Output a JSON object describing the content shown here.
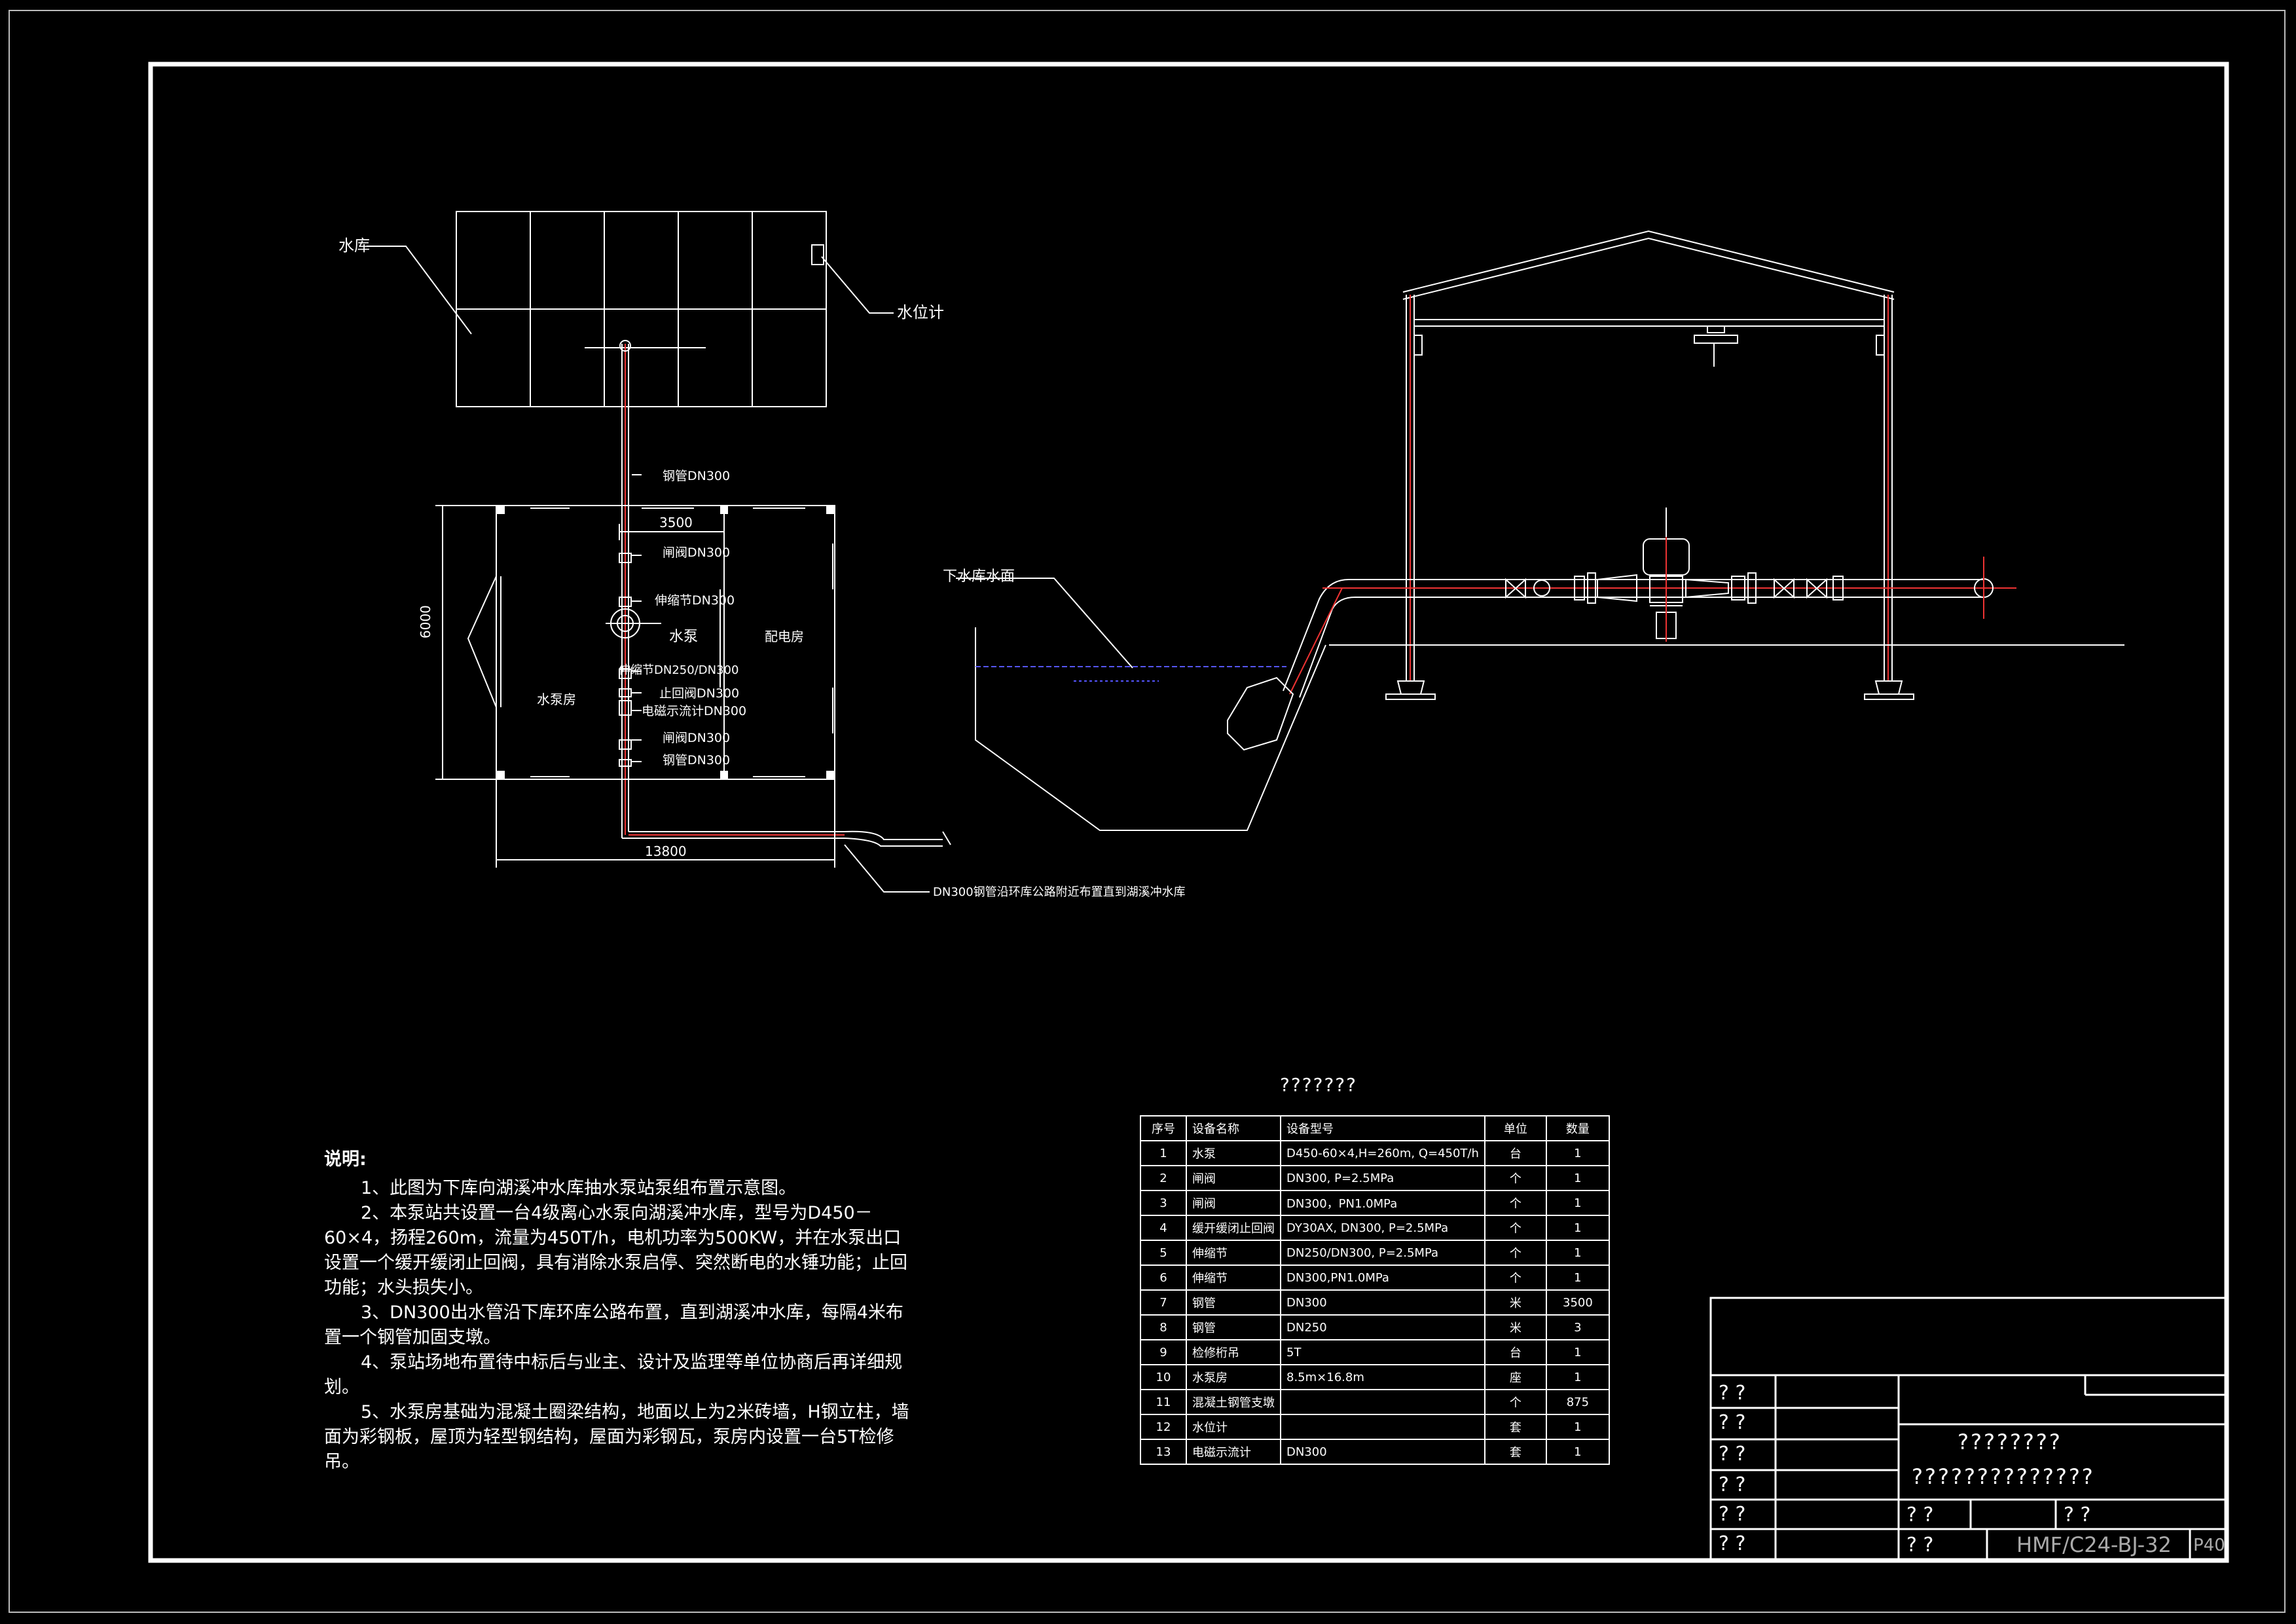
{
  "drawing": {
    "labels": {
      "reservoir": "水库",
      "level_meter": "水位计",
      "steel_pipe_top": "钢管DN300",
      "dim_3500": "3500",
      "gate_valve_1": "闸阀DN300",
      "expansion_joint_1": "伸缩节DN300",
      "pump": "水泵",
      "distribution_room": "配电房",
      "dim_6000": "6000",
      "expansion_joint_2": "伸缩节DN250/DN300",
      "check_valve": "止回阀DN300",
      "flowmeter": "电磁示流计DN300",
      "pump_room": "水泵房",
      "gate_valve_2": "闸阀DN300",
      "steel_pipe_bottom": "钢管DN300",
      "dim_13800": "13800",
      "pipe_route_note": "DN300钢管沿环库公路附近布置直到湖溪冲水库",
      "lower_water_surface": "下水库水面"
    }
  },
  "notes": {
    "heading": "说明:",
    "items": [
      "1、此图为下库向湖溪冲水库抽水泵站泵组布置示意图。",
      "2、本泵站共设置一台4级离心水泵向湖溪冲水库，型号为D450－60×4，扬程260m，流量为450T/h，电机功率为500KW，并在水泵出口设置一个缓开缓闭止回阀，具有消除水泵启停、突然断电的水锤功能；止回功能；水头损失小。",
      "3、DN300出水管沿下库环库公路布置，直到湖溪冲水库，每隔4米布置一个钢管加固支墩。",
      "4、泵站场地布置待中标后与业主、设计及监理等单位协商后再详细规划。",
      "5、水泵房基础为混凝土圈梁结构，地面以上为2米砖墙，H钢立柱，墙面为彩钢板，屋顶为轻型钢结构，屋面为彩钢瓦，泵房内设置一台5T检修吊。"
    ]
  },
  "equipment_table": {
    "title": "???????",
    "headers": [
      "序号",
      "设备名称",
      "设备型号",
      "单位",
      "数量"
    ],
    "rows": [
      [
        "1",
        "水泵",
        "D450-60×4,H=260m, Q=450T/h",
        "台",
        "1"
      ],
      [
        "2",
        "闸阀",
        "DN300, P=2.5MPa",
        "个",
        "1"
      ],
      [
        "3",
        "闸阀",
        "DN300，PN1.0MPa",
        "个",
        "1"
      ],
      [
        "4",
        "缓开缓闭止回阀",
        "DY30AX, DN300, P=2.5MPa",
        "个",
        "1"
      ],
      [
        "5",
        "伸缩节",
        "DN250/DN300, P=2.5MPa",
        "个",
        "1"
      ],
      [
        "6",
        "伸缩节",
        "DN300,PN1.0MPa",
        "个",
        "1"
      ],
      [
        "7",
        "钢管",
        "DN300",
        "米",
        "3500"
      ],
      [
        "8",
        "钢管",
        "DN250",
        "米",
        "3"
      ],
      [
        "9",
        "检修桁吊",
        "5T",
        "台",
        "1"
      ],
      [
        "10",
        "水泵房",
        "8.5m×16.8m",
        "座",
        "1"
      ],
      [
        "11",
        "混凝土钢管支墩",
        "",
        "个",
        "875"
      ],
      [
        "12",
        "水位计",
        "",
        "套",
        "1"
      ],
      [
        "13",
        "电磁示流计",
        "DN300",
        "套",
        "1"
      ]
    ]
  },
  "title_block": {
    "left_cells": [
      "? ?",
      "? ?",
      "? ?",
      "? ?",
      "? ?",
      "? ?"
    ],
    "project_line1": "????????",
    "project_line2": "??????????????",
    "mid_a": "? ?",
    "mid_b": "? ?",
    "mid_c": "? ?",
    "drawing_no": "HMF/C24-BJ-32",
    "page": "P40"
  }
}
